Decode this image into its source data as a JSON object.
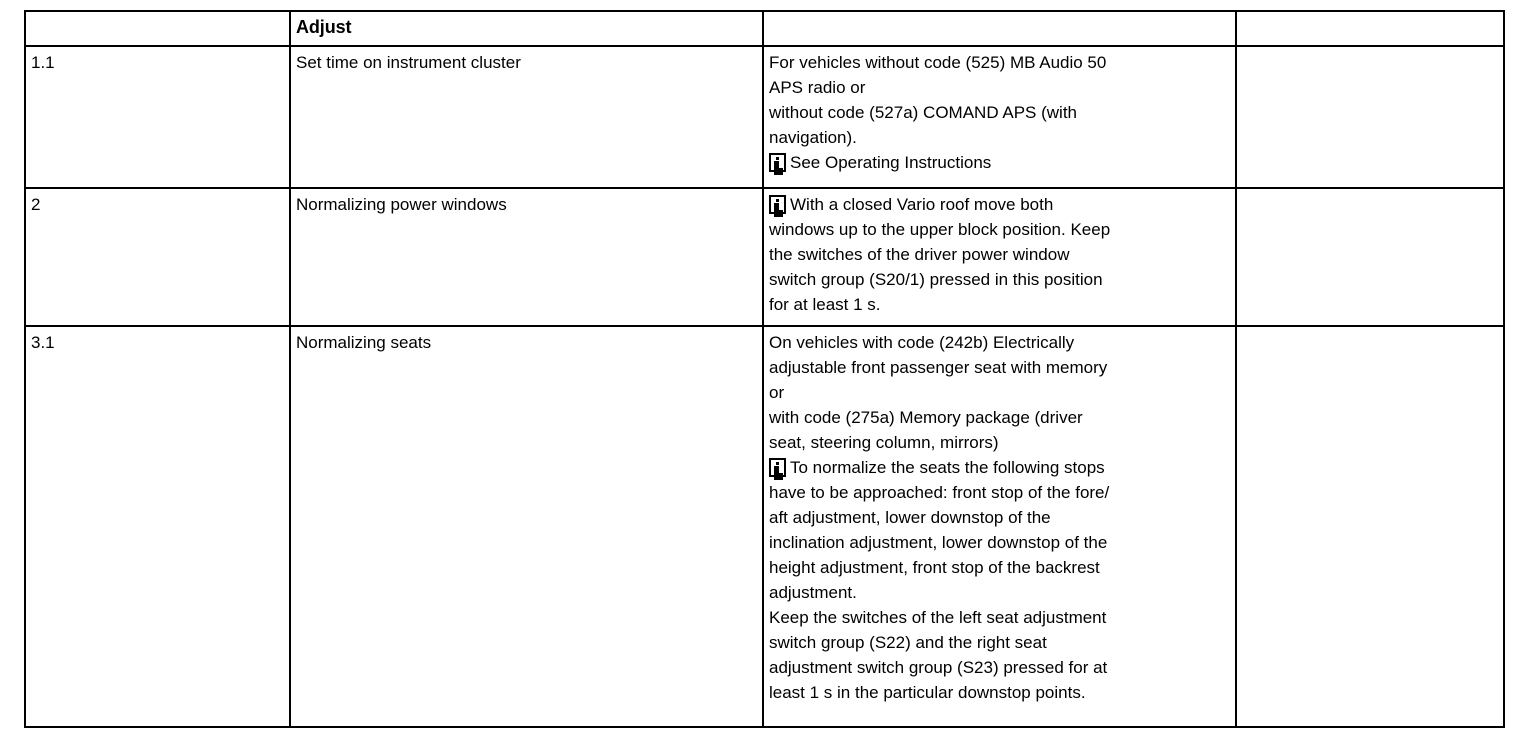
{
  "document": {
    "type": "procedure-table",
    "columns": [
      {
        "key": "step",
        "header": ""
      },
      {
        "key": "task",
        "header": "Adjust"
      },
      {
        "key": "note",
        "header": ""
      },
      {
        "key": "blank",
        "header": ""
      }
    ]
  },
  "table": {
    "header": {
      "step": "",
      "task": "Adjust",
      "note": "",
      "blank": ""
    },
    "rows": [
      {
        "step": "1.1",
        "task": "Set time on instrument cluster",
        "note_paragraph": "For vehicles without code (525) MB Audio 50\nAPS radio or\nwithout code (527a) COMAND APS (with\nnavigation).",
        "note_icon": "info-icon",
        "note_icon_text": "See Operating Instructions",
        "blank": ""
      },
      {
        "step": "2",
        "task": "Normalizing power windows",
        "note_paragraph": "",
        "note_icon": "info-icon",
        "note_icon_text": "With a closed Vario roof move both\nwindows up to the upper block position. Keep\nthe switches of the driver power window\nswitch group (S20/1) pressed in this position\nfor at least 1 s.",
        "blank": ""
      },
      {
        "step": "3.1",
        "task": "Normalizing seats",
        "note_paragraph": "On vehicles with code (242b) Electrically\nadjustable front passenger seat with memory\nor\nwith code (275a) Memory package (driver\nseat, steering column, mirrors)",
        "note_icon": "info-icon",
        "note_icon_text": "To normalize the seats the following stops\nhave to be approached: front stop of the fore/\naft adjustment, lower downstop of the\ninclination adjustment, lower downstop of the\nheight adjustment, front stop of the backrest\nadjustment.\nKeep the switches of the left seat adjustment\nswitch group (S22) and the right seat\nadjustment switch group (S23) pressed for at\nleast 1 s in the particular downstop points.",
        "blank": ""
      }
    ]
  },
  "colors": {
    "text": "#000000",
    "background": "#ffffff",
    "border": "#000000"
  }
}
